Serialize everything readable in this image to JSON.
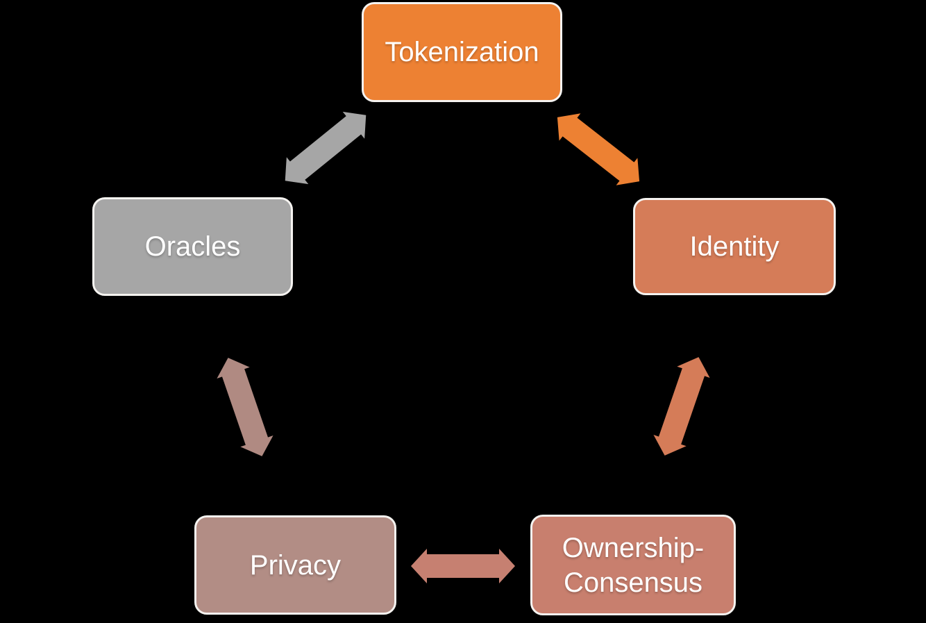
{
  "diagram": {
    "type": "cycle-diagram",
    "background_color": "#000000",
    "text_color": "#FFFFFF",
    "node_border_color": "#F5F3F0",
    "nodes": [
      {
        "id": "tokenization",
        "label": "Tokenization",
        "fill": "#ED8133",
        "position": "top"
      },
      {
        "id": "identity",
        "label": "Identity",
        "fill": "#D57C58",
        "position": "right"
      },
      {
        "id": "ownership-consensus",
        "label": "Ownership-Consensus",
        "fill": "#C87F6E",
        "position": "bottom-right"
      },
      {
        "id": "privacy",
        "label": "Privacy",
        "fill": "#B28D85",
        "position": "bottom-left"
      },
      {
        "id": "oracles",
        "label": "Oracles",
        "fill": "#A6A6A6",
        "position": "left"
      }
    ],
    "connectors": [
      {
        "between": [
          "Oracles",
          "Tokenization"
        ],
        "style": "double-arrow",
        "color": "#A6A6A6"
      },
      {
        "between": [
          "Tokenization",
          "Identity"
        ],
        "style": "double-arrow",
        "color": "#ED8133"
      },
      {
        "between": [
          "Identity",
          "Ownership-Consensus"
        ],
        "style": "double-arrow",
        "color": "#D57C58"
      },
      {
        "between": [
          "Privacy",
          "Ownership-Consensus"
        ],
        "style": "double-arrow",
        "color": "#C68071"
      },
      {
        "between": [
          "Oracles",
          "Privacy"
        ],
        "style": "double-arrow",
        "color": "#B08A82"
      }
    ]
  }
}
